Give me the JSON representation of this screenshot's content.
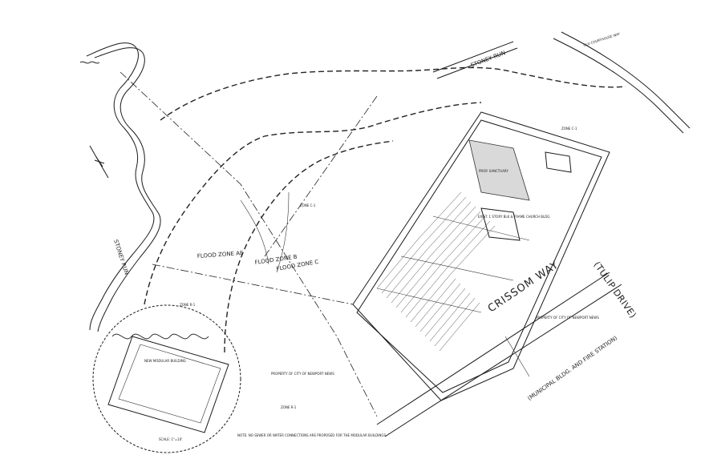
{
  "map": {
    "labels": {
      "stoney_run_top": "STONEY RUN",
      "stoney_run_creek": "STONEY RUN",
      "old_courthouse_way": "OLD COURTHOUSE WAY",
      "flood_zone_ae": "FLOOD ZONE AE",
      "flood_zone_b": "FLOOD ZONE B",
      "flood_zone_c": "FLOOD ZONE C",
      "crissom_way": "CRISSOM WAY",
      "tulip_drive": "(TULIP DRIVE)",
      "municipal_bldg": "(MUNICIPAL BLDG. AND FIRE STATION)",
      "zone_c1": "ZONE C-1",
      "zone_r1": "ZONE R-1",
      "zone_c1_b": "ZONE C-1",
      "zone_r1_b": "ZONE R-1",
      "scale": "SCALE: 1\"=10'",
      "existing_sanctuary": "PROP. SANCTUARY",
      "existing_church": "EXIST. 1 STORY BLK & FRAME CHURCH BLDG.",
      "modular_note": "NOTE: NO SEWER OR WATER CONNECTIONS ARE PROPOSED FOR THE MODULAR BUILDINGS",
      "modular_building": "NEW MODULAR BUILDING",
      "property_city": "PROPERTY OF CITY OF NEWPORT NEWS",
      "property_city_b": "PROPERTY OF CITY OF NEWPORT NEWS"
    }
  }
}
